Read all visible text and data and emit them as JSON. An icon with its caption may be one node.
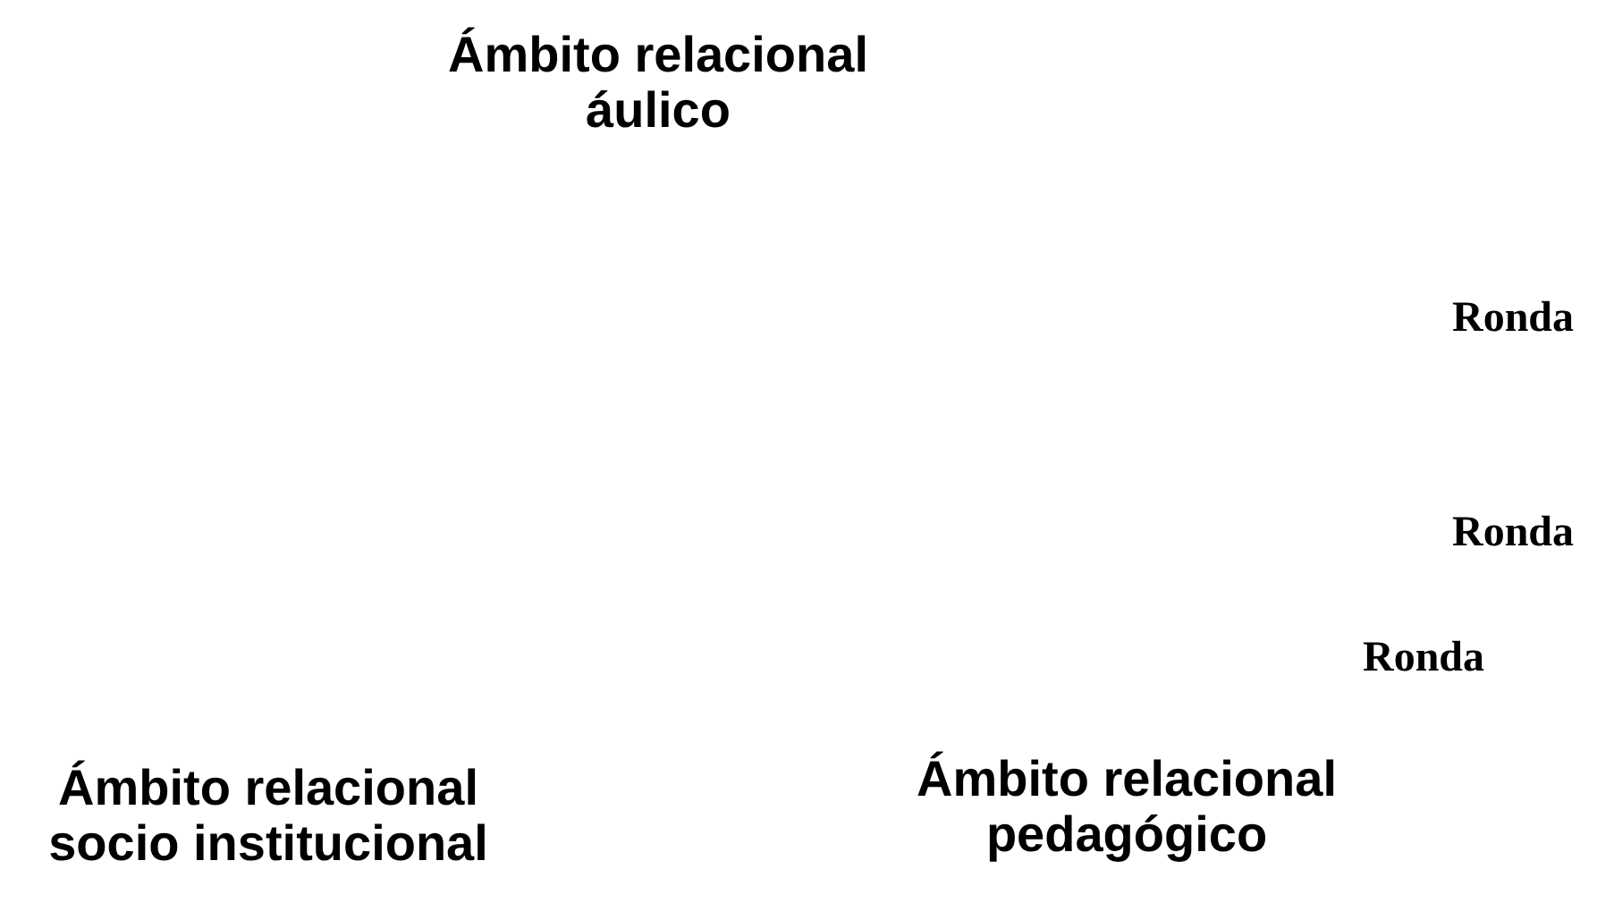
{
  "diagram": {
    "labels": [
      "Ámbito relacional áulico",
      "Ronda",
      "Ronda",
      "Ronda",
      "Ámbito relacional socio institucional",
      "Ámbito relacional pedagógico"
    ]
  }
}
